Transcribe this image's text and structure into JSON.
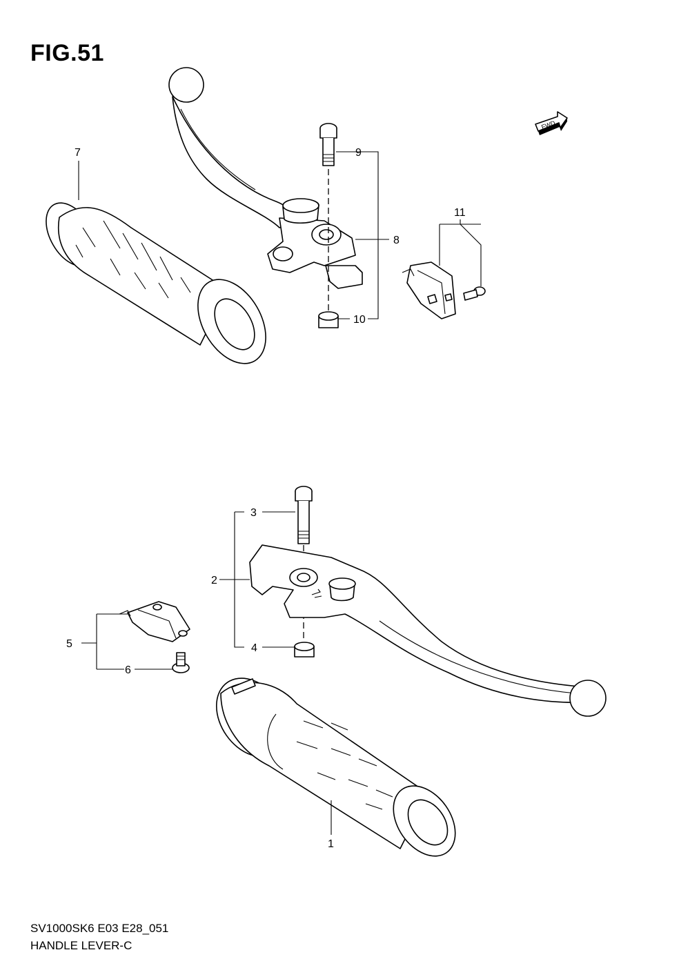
{
  "figure": {
    "title": "FIG.51",
    "model_code": "SV1000SK6 E03 E28_051",
    "name": "HANDLE LEVER-C",
    "fwd_label": "FWD"
  },
  "callouts": [
    {
      "id": "1",
      "label": "1"
    },
    {
      "id": "2",
      "label": "2"
    },
    {
      "id": "3",
      "label": "3"
    },
    {
      "id": "4",
      "label": "4"
    },
    {
      "id": "5",
      "label": "5"
    },
    {
      "id": "6",
      "label": "6"
    },
    {
      "id": "7",
      "label": "7"
    },
    {
      "id": "8",
      "label": "8"
    },
    {
      "id": "9",
      "label": "9"
    },
    {
      "id": "10",
      "label": "10"
    },
    {
      "id": "11",
      "label": "11"
    }
  ]
}
